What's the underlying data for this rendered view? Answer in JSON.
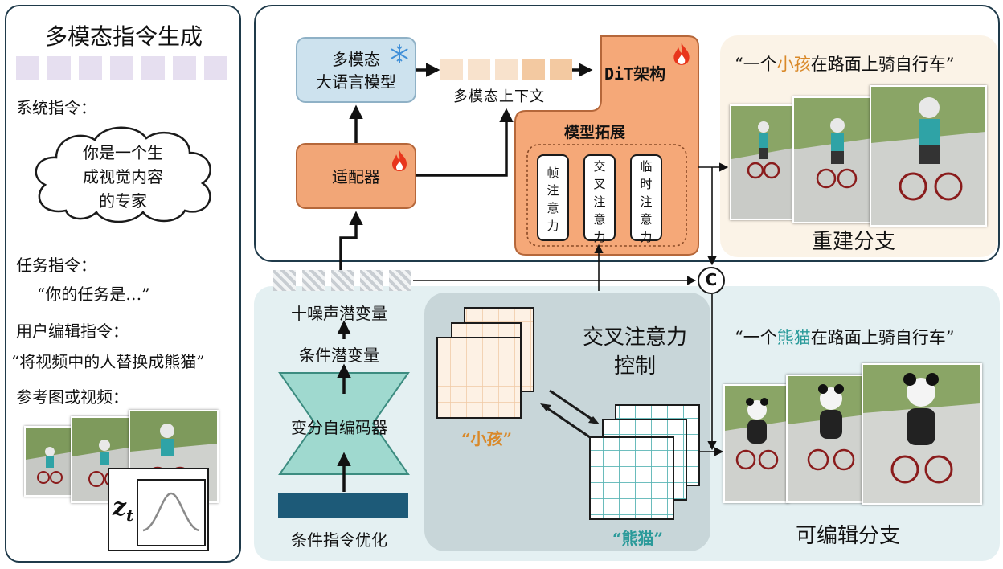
{
  "left": {
    "title": "多模态指令生成",
    "system_label": "系统指令：",
    "cloud_lines": [
      "你是一个生",
      "成视觉内容",
      "的专家"
    ],
    "task_label": "任务指令：",
    "task_quote": "“你的任务是…”",
    "user_label": "用户编辑指令：",
    "user_quote": "“将视频中的人替换成熊猫”",
    "ref_label": "参考图或视频：",
    "latent_symbol": "z",
    "latent_subscript": "t"
  },
  "top": {
    "mllm_lines": [
      "多模态",
      "大语言模型"
    ],
    "adapter_label": "适配器",
    "context_label": "多模态上下文",
    "dit_label": "DiT架构",
    "expand_label": "模型拓展",
    "attn_cards": [
      [
        "帧",
        "注",
        "意",
        "力"
      ],
      [
        "交",
        "叉",
        "注",
        "意",
        "力"
      ],
      [
        "临",
        "时",
        "注",
        "意",
        "力"
      ]
    ],
    "recon_caption_prefix": "“一个",
    "recon_caption_highlight": "小孩",
    "recon_caption_suffix": "在路面上骑自行车”",
    "recon_branch": "重建分支",
    "concat_symbol": "C"
  },
  "bottom": {
    "noise_latent": "十噪声潜变量",
    "cond_latent": "条件潜变量",
    "vae_label": "变分自编码器",
    "cond_opt_label": "条件指令优化",
    "cross_title_lines": [
      "交叉注意力",
      "控制"
    ],
    "child_label": "“小孩”",
    "panda_label": "“熊猫”",
    "edit_caption_prefix": "“一个",
    "edit_caption_highlight": "熊猫",
    "edit_caption_suffix": "在路面上骑自行车”",
    "edit_branch": "可编辑分支"
  },
  "colors": {
    "orange_highlight": "#d9892a",
    "teal_highlight": "#2a9a9a",
    "child_grid_line": "#f0c9a4",
    "panda_grid_line": "#5ab5b5",
    "vae_fill": "#9fd9cf",
    "cond_bar": "#1d5a78"
  }
}
